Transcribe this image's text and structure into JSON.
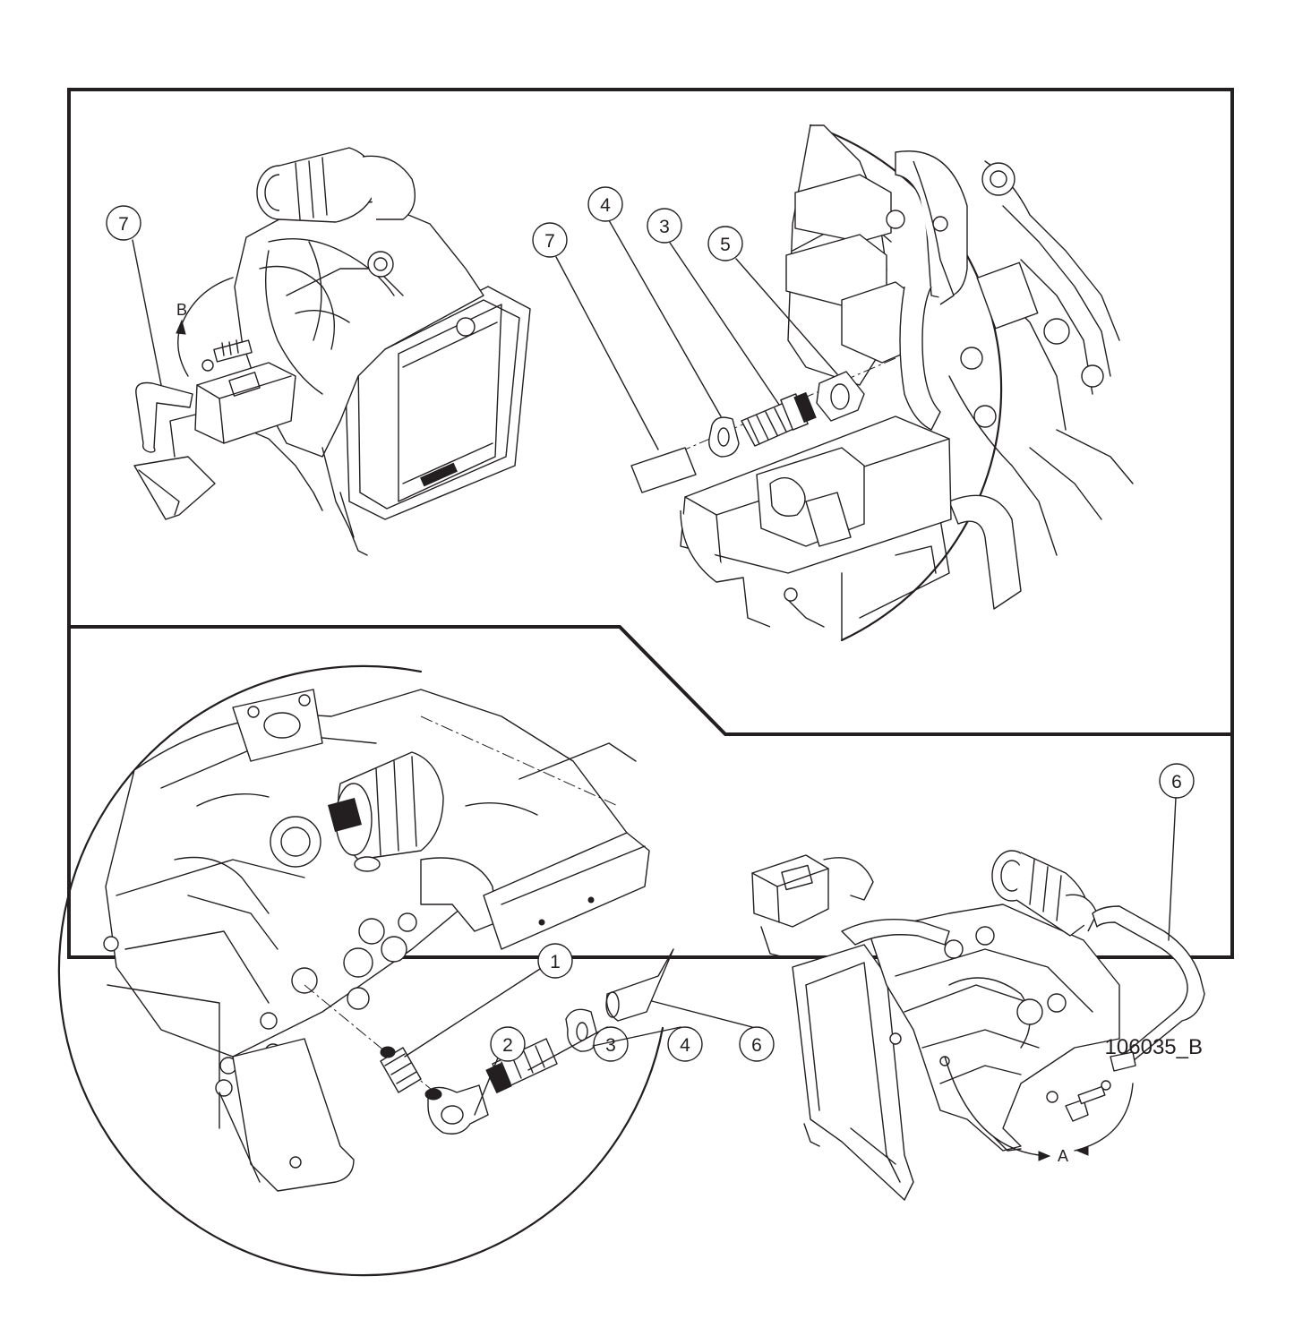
{
  "figure": {
    "id_label": "106035_B"
  },
  "view_markers": {
    "top_left": "B",
    "bottom_right": "A"
  },
  "callouts": {
    "top_left_overview": [
      "7"
    ],
    "top_right_detail": [
      "7",
      "4",
      "3",
      "5"
    ],
    "bottom_left_detail": [
      "1",
      "2",
      "3",
      "4",
      "6"
    ],
    "bottom_right_overview": [
      "6"
    ]
  }
}
